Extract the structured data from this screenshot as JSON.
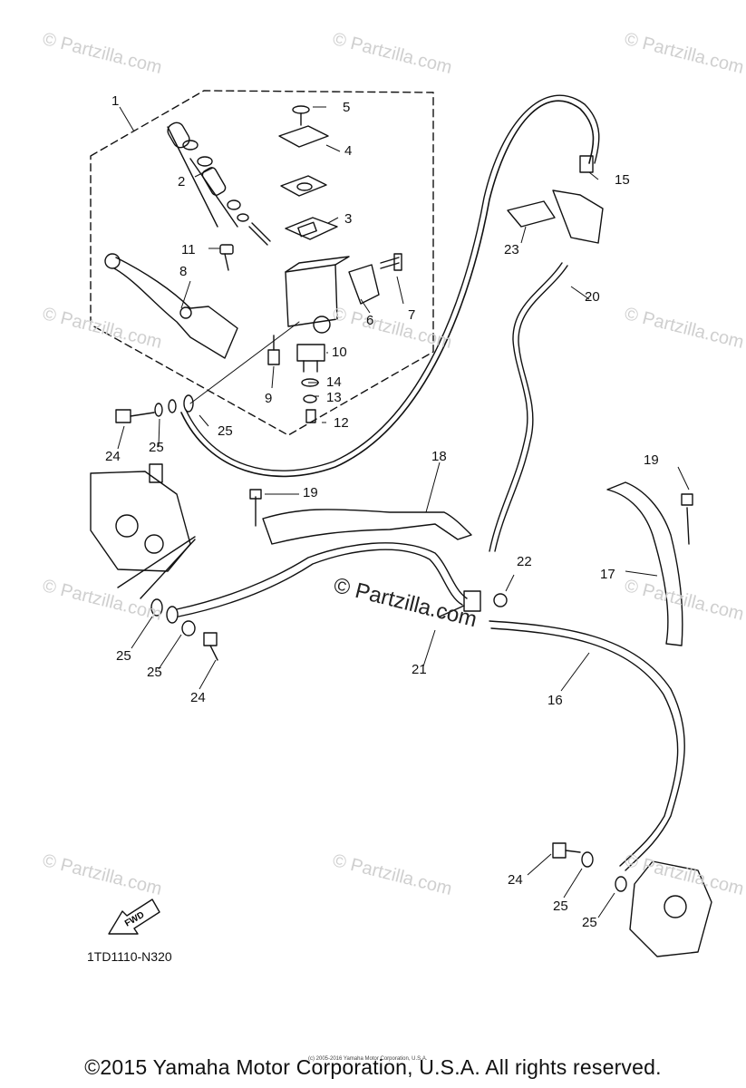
{
  "watermark": "© Partzilla.com",
  "center_watermark": "© Partzilla.com",
  "callouts": {
    "c1": "1",
    "c2": "2",
    "c3": "3",
    "c4": "4",
    "c5": "5",
    "c6": "6",
    "c7": "7",
    "c8": "8",
    "c9": "9",
    "c10": "10",
    "c11": "11",
    "c12": "12",
    "c13": "13",
    "c14": "14",
    "c15": "15",
    "c16": "16",
    "c17": "17",
    "c18": "18",
    "c19a": "19",
    "c19b": "19",
    "c20": "20",
    "c21": "21",
    "c22": "22",
    "c23": "23",
    "c24a": "24",
    "c24b": "24",
    "c24c": "24",
    "c25a": "25",
    "c25b": "25",
    "c25c": "25",
    "c25d": "25",
    "c25e": "25",
    "c25f": "25"
  },
  "fwd_label": "FWD",
  "diagram_code": "1TD1110-N320",
  "tiny_copyright": "(c) 2005-2016 Yamaha Motor Corporation, U.S.A.",
  "footer": "©2015 Yamaha Motor Corporation, U.S.A. All rights reserved."
}
